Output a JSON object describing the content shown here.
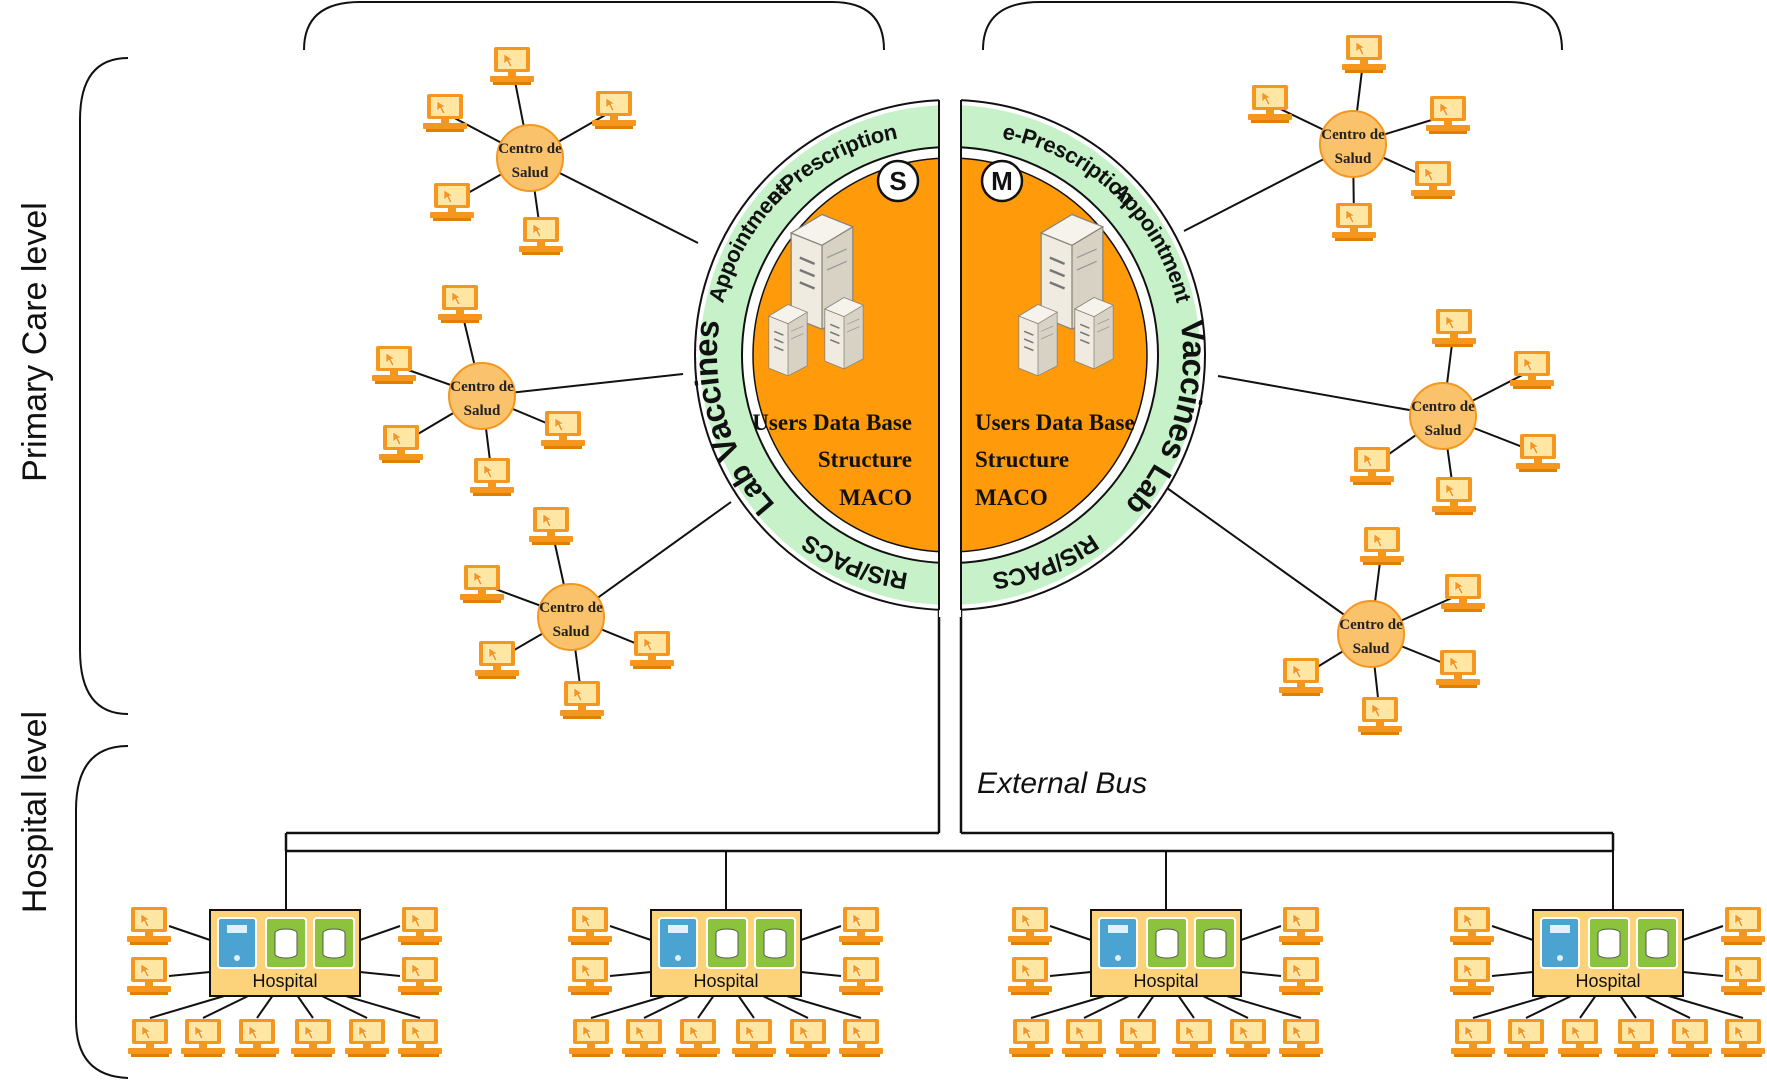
{
  "level_labels": {
    "primary": "Primary Care level",
    "hospital": "Hospital level"
  },
  "center_label_line1": "Centro de",
  "center_label_line2": "Salud",
  "hospital_label": "Hospital",
  "external_bus": "External Bus",
  "left_half": {
    "badge": "S",
    "info": [
      "Users Data Base",
      "Structure",
      "MACO"
    ],
    "ring_items": [
      "e-Prescription",
      "Appointment",
      "Vaccines",
      "Lab",
      "RIS/PACS"
    ]
  },
  "right_half": {
    "badge": "M",
    "info": [
      "Users Data Base",
      "Structure",
      "MACO"
    ],
    "ring_items": [
      "e-Prescription",
      "Appointment",
      "Vaccines",
      "Lab",
      "RIS/PACS"
    ]
  },
  "icons": {
    "workstation": "computer-terminal-icon",
    "server": "server-tower-icon",
    "database": "database-icon"
  },
  "colors": {
    "orange": "#F5961E",
    "center_fill": "#FAC36B",
    "ring_green": "#C7F2C9",
    "core_orange": "#FF9A0A",
    "hospital_fill": "#FCD27A",
    "db_green": "#8BC43C",
    "server_blue": "#4BA3D1"
  }
}
